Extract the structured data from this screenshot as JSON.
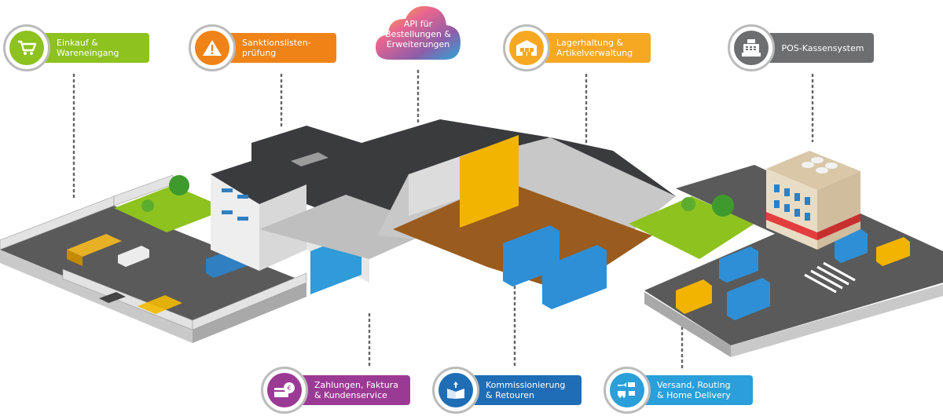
{
  "callouts": {
    "einkauf": {
      "label": "Einkauf &\nWareneingang",
      "color": "#8dc21f",
      "icon": "shopping-cart-icon"
    },
    "sanktion": {
      "label": "Sanktionslisten-\nprüfung",
      "color": "#f08317",
      "icon": "warning-icon"
    },
    "api": {
      "label": "API für\nBestellungen &\nErweiterungen",
      "icon": "cloud-icon"
    },
    "lager": {
      "label": "Lagerhaltung &\nArtikelverwaltung",
      "color": "#f7a823",
      "icon": "warehouse-icon"
    },
    "pos": {
      "label": "POS-Kassensystem",
      "color": "#6d6e70",
      "icon": "cash-register-icon"
    },
    "zahlungen": {
      "label": "Zahlungen, Faktura\n& Kundenservice",
      "color": "#9b3a94",
      "icon": "payment-cards-icon"
    },
    "kommission": {
      "label": "Kommissionierung\n& Retouren",
      "color": "#1e6db5",
      "icon": "box-icon"
    },
    "versand": {
      "label": "Versand, Routing\n& Home Delivery",
      "color": "#2a9fd9",
      "icon": "shipping-icon"
    }
  }
}
